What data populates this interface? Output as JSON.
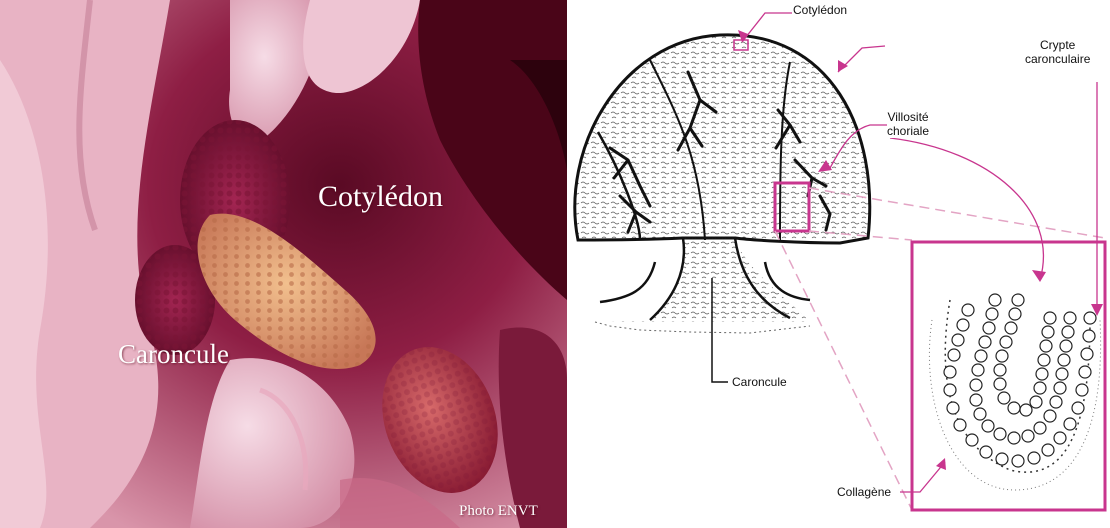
{
  "photo": {
    "label_cotyledon": "Cotylédon",
    "label_caroncule": "Caroncule",
    "credit": "Photo ENVT"
  },
  "diagram": {
    "label_cotyledon": "Cotylédon",
    "label_villosite_line1": "Villosité",
    "label_villosite_line2": "choriale",
    "label_crypte_line1": "Crypte",
    "label_crypte_line2": "caronculaire",
    "label_caroncule": "Caroncule",
    "label_collagene": "Collagène",
    "accent_color": "#c8358e"
  }
}
